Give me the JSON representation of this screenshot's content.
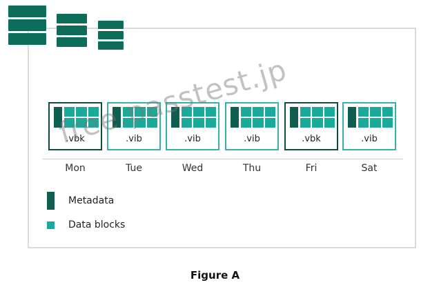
{
  "caption": "Figure A",
  "watermark": "free.passtest.jp",
  "timeline": [
    {
      "day": "Mon",
      "ext": ".vbk",
      "kind": "vbk"
    },
    {
      "day": "Tue",
      "ext": ".vib",
      "kind": "vib"
    },
    {
      "day": "Wed",
      "ext": ".vib",
      "kind": "vib"
    },
    {
      "day": "Thu",
      "ext": ".vib",
      "kind": "vib"
    },
    {
      "day": "Fri",
      "ext": ".vbk",
      "kind": "vbk"
    },
    {
      "day": "Sat",
      "ext": ".vib",
      "kind": "vib"
    }
  ],
  "legend": {
    "metadata": "Metadata",
    "data_blocks": "Data blocks"
  },
  "colors": {
    "metadata": "#0f5e4f",
    "data_blocks": "#1aaa9c",
    "vbk_border": "#0d4a40",
    "vib_border": "#33b3a7"
  },
  "icons": {
    "server_logo": "server-stack-icon"
  }
}
